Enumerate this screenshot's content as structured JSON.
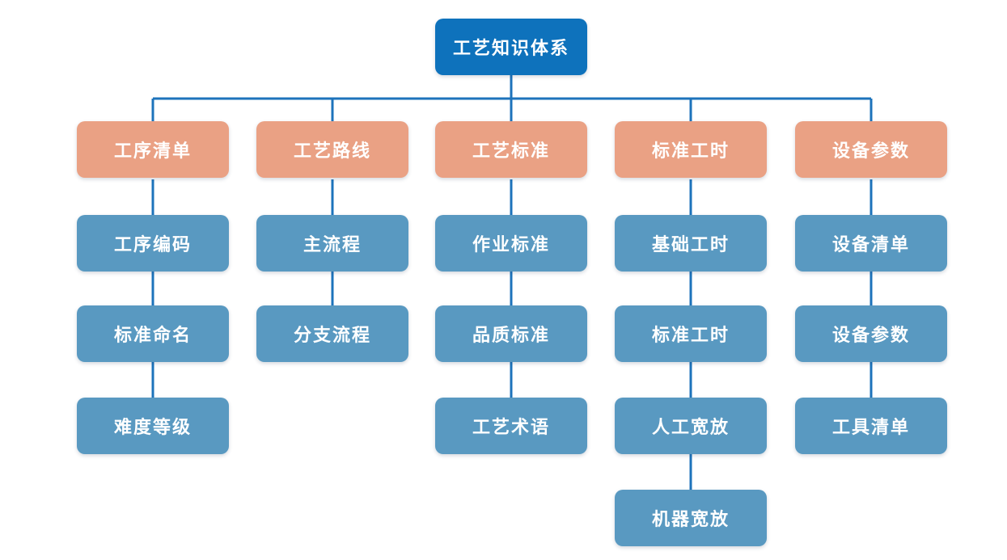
{
  "diagram": {
    "type": "org-chart",
    "title": "工艺知识体系",
    "colors": {
      "root_box": "#0e72bc",
      "branch_box": "#eaa184",
      "child_box": "#5999c1",
      "connector_line": "#1d73bb",
      "text": "#ffffff",
      "background": "#ffffff"
    },
    "root": {
      "label": "工艺知识体系"
    },
    "branches": [
      {
        "label": "工序清单",
        "children": [
          {
            "label": "工序编码"
          },
          {
            "label": "标准命名"
          },
          {
            "label": "难度等级"
          }
        ]
      },
      {
        "label": "工艺路线",
        "children": [
          {
            "label": "主流程"
          },
          {
            "label": "分支流程"
          }
        ]
      },
      {
        "label": "工艺标准",
        "children": [
          {
            "label": "作业标准"
          },
          {
            "label": "品质标准"
          },
          {
            "label": "工艺术语"
          }
        ]
      },
      {
        "label": "标准工时",
        "children": [
          {
            "label": "基础工时"
          },
          {
            "label": "标准工时"
          },
          {
            "label": "人工宽放"
          },
          {
            "label": "机器宽放"
          }
        ]
      },
      {
        "label": "设备参数",
        "children": [
          {
            "label": "设备清单"
          },
          {
            "label": "设备参数"
          },
          {
            "label": "工具清单"
          }
        ]
      }
    ]
  }
}
